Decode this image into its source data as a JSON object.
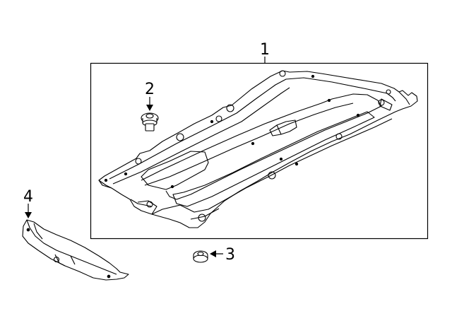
{
  "diagram": {
    "callouts": {
      "part1": "1",
      "part2": "2",
      "part3": "3",
      "part4": "4"
    },
    "colors": {
      "line": "#000000",
      "background": "#ffffff"
    }
  }
}
